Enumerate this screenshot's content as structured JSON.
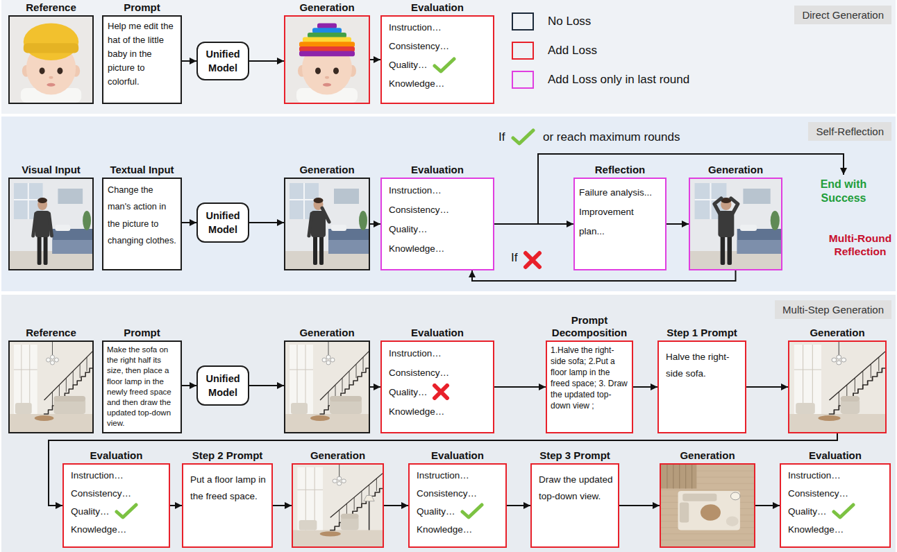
{
  "diagram": {
    "nodes": [
      {
        "text": [
          "Direct Generation"
        ]
      },
      {
        "text": [
          "Reference"
        ],
        "in": 0
      },
      {
        "text": [
          "Prompt",
          "Help me edit the hat of the little baby in the picture to colorful."
        ],
        "in": 0
      },
      {
        "text": [
          "Unified Model"
        ],
        "in": 0
      },
      {
        "text": [
          "Generation"
        ],
        "in": 0
      },
      {
        "text": [
          "Evaluation",
          "Instruction…",
          "Consistency…",
          "Quality…",
          "Knowledge…"
        ],
        "in": 0
      },
      {
        "text": [
          "Self-Reflection"
        ]
      },
      {
        "text": [
          "Visual Input"
        ],
        "in": 6
      },
      {
        "text": [
          "Textual Input",
          "Change the man's action in the picture to changing clothes."
        ],
        "in": 6
      },
      {
        "text": [
          "Unified Model"
        ],
        "in": 6
      },
      {
        "text": [
          "Generation"
        ],
        "in": 6
      },
      {
        "text": [
          "Evaluation",
          "Instruction…",
          "Consistency…",
          "Quality…",
          "Knowledge…"
        ],
        "in": 6
      },
      {
        "text": [
          "Reflection",
          "Failure analysis...",
          "Improvement plan..."
        ],
        "in": 6
      },
      {
        "text": [
          "Generation"
        ],
        "in": 6
      },
      {
        "text": [
          "Multi-Step Generation"
        ]
      },
      {
        "text": [
          "Reference"
        ],
        "in": 14
      },
      {
        "text": [
          "Prompt",
          "Make the sofa on the right half its size, then place a floor lamp in the newly freed space and then draw the updated top-down view."
        ],
        "in": 14
      },
      {
        "text": [
          "Unified Model"
        ],
        "in": 14
      },
      {
        "text": [
          "Generation"
        ],
        "in": 14
      },
      {
        "text": [
          "Evaluation",
          "Instruction…",
          "Consistency…",
          "Quality…",
          "Knowledge…"
        ],
        "in": 14
      },
      {
        "text": [
          "Prompt Decomposition",
          "1.Halve the right-side sofa; 2.Put a floor lamp in the freed space; 3. Draw the updated top-down view ;"
        ],
        "in": 14
      },
      {
        "text": [
          "Step 1 Prompt",
          "Halve the right-side sofa."
        ],
        "in": 14
      },
      {
        "text": [
          "Generation"
        ],
        "in": 14
      },
      {
        "text": [
          "Evaluation",
          "Instruction…",
          "Consistency…",
          "Quality…",
          "Knowledge…"
        ],
        "in": 14
      },
      {
        "text": [
          "Step 2 Prompt",
          "Put a floor lamp in the freed space."
        ],
        "in": 14
      },
      {
        "text": [
          "Generation"
        ],
        "in": 14
      },
      {
        "text": [
          "Evaluation",
          "Instruction…",
          "Consistency…",
          "Quality…",
          "Knowledge…"
        ],
        "in": 14
      },
      {
        "text": [
          "Step 3 Prompt",
          "Draw the updated top-down view."
        ],
        "in": 14
      },
      {
        "text": [
          "Generation"
        ],
        "in": 14
      },
      {
        "text": [
          "Evaluation",
          "Instruction…",
          "Consistency…",
          "Quality…",
          "Knowledge…"
        ],
        "in": 14
      }
    ],
    "edges": [
      {
        "from": 2,
        "to": 3,
        "arrow": "to"
      },
      {
        "from": 3,
        "to": 4,
        "arrow": "to"
      },
      {
        "from": 4,
        "to": 5,
        "arrow": "to"
      },
      {
        "from": 8,
        "to": 9,
        "arrow": "to"
      },
      {
        "from": 9,
        "to": 10,
        "arrow": "to"
      },
      {
        "from": 10,
        "to": 11,
        "arrow": "to"
      },
      {
        "from": 11,
        "to": 12,
        "arrow": "to"
      },
      {
        "from": 12,
        "to": 13,
        "arrow": "to"
      },
      {
        "from": 13,
        "to": 11,
        "arrow": "to"
      },
      {
        "from": 16,
        "to": 17,
        "arrow": "to"
      },
      {
        "from": 17,
        "to": 18,
        "arrow": "to"
      },
      {
        "from": 18,
        "to": 19,
        "arrow": "to"
      },
      {
        "from": 19,
        "to": 20,
        "arrow": "to"
      },
      {
        "from": 20,
        "to": 21,
        "arrow": "to"
      },
      {
        "from": 21,
        "to": 22,
        "arrow": "to"
      },
      {
        "from": 22,
        "to": 23,
        "arrow": "to"
      },
      {
        "from": 23,
        "to": 24,
        "arrow": "to"
      },
      {
        "from": 24,
        "to": 25,
        "arrow": "to"
      },
      {
        "from": 25,
        "to": 26,
        "arrow": "to"
      },
      {
        "from": 26,
        "to": 27,
        "arrow": "to"
      },
      {
        "from": 27,
        "to": 28,
        "arrow": "to"
      },
      {
        "from": 28,
        "to": 29,
        "arrow": "to"
      }
    ],
    "labels": [
      "If",
      "or reach maximum rounds",
      "End with Success",
      "If",
      "Multi-Round Reflection"
    ],
    "legend": [
      {
        "text": "No Loss",
        "color": "#1c2a3a"
      },
      {
        "text": "Add Loss",
        "color": "#e8202a"
      },
      {
        "text": "Add Loss only in last round",
        "color": "#e03ee0"
      }
    ]
  }
}
